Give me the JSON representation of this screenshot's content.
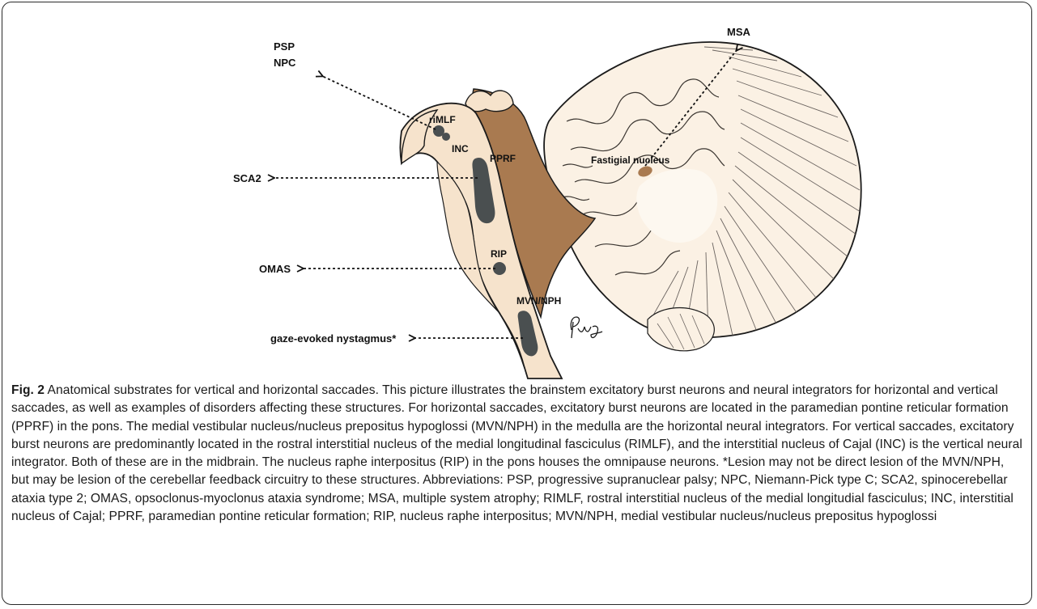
{
  "figure": {
    "structure_labels": {
      "rimlf": "riMLF",
      "inc": "INC",
      "pprf": "PPRF",
      "rip": "RIP",
      "mvn_nph": "MVN/NPH",
      "fastigial": "Fastigial nucleus"
    },
    "disorder_labels": {
      "psp": "PSP",
      "npc": "NPC",
      "sca2": "SCA2",
      "omas": "OMAS",
      "gaze": "gaze-evoked nystagmus*",
      "msa": "MSA"
    },
    "signature": "Pwy",
    "colors": {
      "brainstem": "#f6e3cc",
      "cerebellum": "#fbf1e4",
      "brown": "#a97a50",
      "nucleus": "#4a4f50",
      "outline": "#1b1b1b"
    }
  },
  "caption": {
    "label": "Fig. 2",
    "text": " Anatomical substrates for vertical and horizontal saccades. This picture illustrates the brainstem excitatory burst neurons and neural integrators for horizontal and vertical saccades, as well as examples of disorders affecting these structures. For horizontal saccades, excitatory burst neurons are located in the paramedian pontine reticular formation (PPRF) in the pons. The medial vestibular nucleus/nucleus prepositus hypoglossi (MVN/NPH) in the medulla are the horizontal neural integrators. For vertical saccades, excitatory burst neurons are predominantly located in the rostral interstitial nucleus of the medial longitudinal fasciculus (RIMLF), and the interstitial nucleus of Cajal (INC) is the vertical neural integrator. Both of these are in the midbrain. The nucleus raphe interpositus (RIP) in the pons houses the omnipause neurons. *Lesion may not be direct lesion of the MVN/NPH, but may be lesion of the cerebellar feedback circuitry to these structures. Abbreviations: PSP, progressive supranuclear palsy; NPC, Niemann-Pick type C; SCA2, spinocerebellar ataxia type 2; OMAS, opsoclonus-myoclonus ataxia syndrome; MSA, multiple system atrophy; RIMLF, rostral interstitial nucleus of the medial longitudial fasciculus; INC, interstitial nucleus of Cajal; PPRF, paramedian pontine reticular formation; RIP, nucleus raphe interpositus; MVN/NPH, medial vestibular nucleus/nucleus prepositus hypoglossi"
  }
}
